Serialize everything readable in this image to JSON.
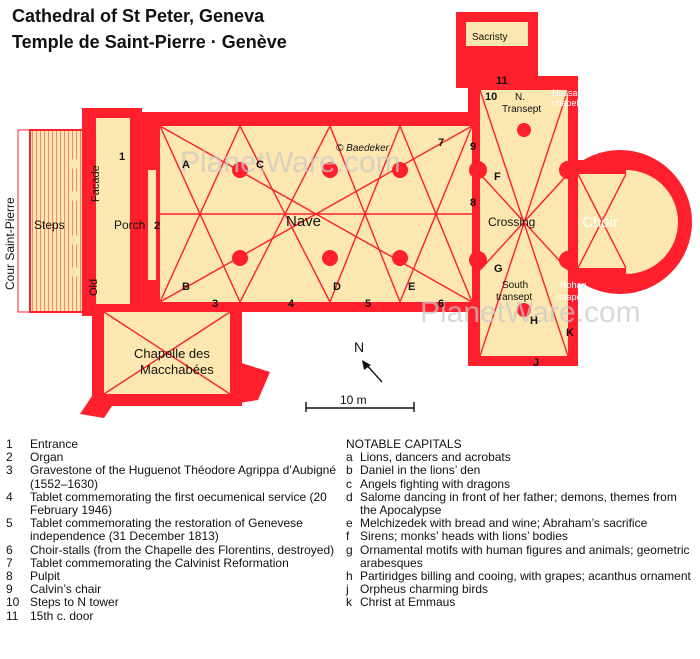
{
  "title": "Cathedral of St Peter, Geneva",
  "subtitle": "Temple de Saint-Pierre · Genève",
  "map_labels": {
    "street": "Cour Saint-Pierre",
    "steps": "Steps",
    "facade": "Facade",
    "porch": "Porch",
    "old": "Old",
    "nave": "Nave",
    "crossing": "Crossing",
    "choir": "Choir",
    "chapelle_line1": "Chapelle des",
    "chapelle_line2": "Macchabées",
    "sacristy": "Sacristy",
    "n_transept_1": "N.",
    "n_transept_2": "Transept",
    "nassau_1": "Nassau",
    "nassau_2": "chapel",
    "south_1": "South",
    "south_2": "transept",
    "rohan_1": "Rohan",
    "rohan_2": "chapel",
    "copyright": "© Baedeker",
    "north": "N",
    "scale": "10 m",
    "watermark": "PlanetWare.com",
    "watermark2": "PlanetWare.com"
  },
  "markers": {
    "n1": "1",
    "n2": "2",
    "n3": "3",
    "n4": "4",
    "n5": "5",
    "n6": "6",
    "n7": "7",
    "n8": "8",
    "n9": "9",
    "n10": "10",
    "n11": "11",
    "a": "A",
    "b": "B",
    "c": "C",
    "d": "D",
    "e": "E",
    "f": "F",
    "g": "G",
    "h": "H",
    "k": "K",
    "j": "J"
  },
  "legend_left": [
    {
      "key": "1",
      "text": "Entrance"
    },
    {
      "key": "2",
      "text": "Organ"
    },
    {
      "key": "3",
      "text": "Gravestone of the Huguenot Théodore Agrippa d’Aubigné (1552–1630)"
    },
    {
      "key": "4",
      "text": "Tablet commemorating the first oecumenical service (20 February 1946)"
    },
    {
      "key": "5",
      "text": "Tablet commemorating the restoration of Genevese independence (31 December 1813)"
    },
    {
      "key": "6",
      "text": "Choir-stalls (from the Chapelle des Florentins, destroyed)"
    },
    {
      "key": "7",
      "text": "Tablet commemorating the Calvinist Reformation"
    },
    {
      "key": "8",
      "text": "Pulpit"
    },
    {
      "key": "9",
      "text": "Calvin’s chair"
    },
    {
      "key": "10",
      "text": "Steps to N tower"
    },
    {
      "key": "11",
      "text": "15th c. door"
    }
  ],
  "legend_right_heading": "NOTABLE CAPITALS",
  "legend_right": [
    {
      "key": "a",
      "text": "Lions, dancers and acrobats"
    },
    {
      "key": "b",
      "text": "Daniel in the lions’ den"
    },
    {
      "key": "c",
      "text": "Angels fighting with dragons"
    },
    {
      "key": "d",
      "text": "Salome dancing in front of her father; demons, themes from the Apocalypse"
    },
    {
      "key": "e",
      "text": "Melchizedek with bread and wine; Abraham’s sacrifice"
    },
    {
      "key": "f",
      "text": "Sirens; monks’ heads with lions’ bodies"
    },
    {
      "key": "g",
      "text": "Ornamental motifs with human figures and animals; geometric arabesques"
    },
    {
      "key": "h",
      "text": "Partiridges billing and cooing, with grapes; acanthus ornament"
    },
    {
      "key": "j",
      "text": "Orpheus charming birds"
    },
    {
      "key": "k",
      "text": "Christ at Emmaus"
    }
  ],
  "colors": {
    "wall": "#ff1f2d",
    "floor": "#fde7b0",
    "ink": "#111111"
  }
}
